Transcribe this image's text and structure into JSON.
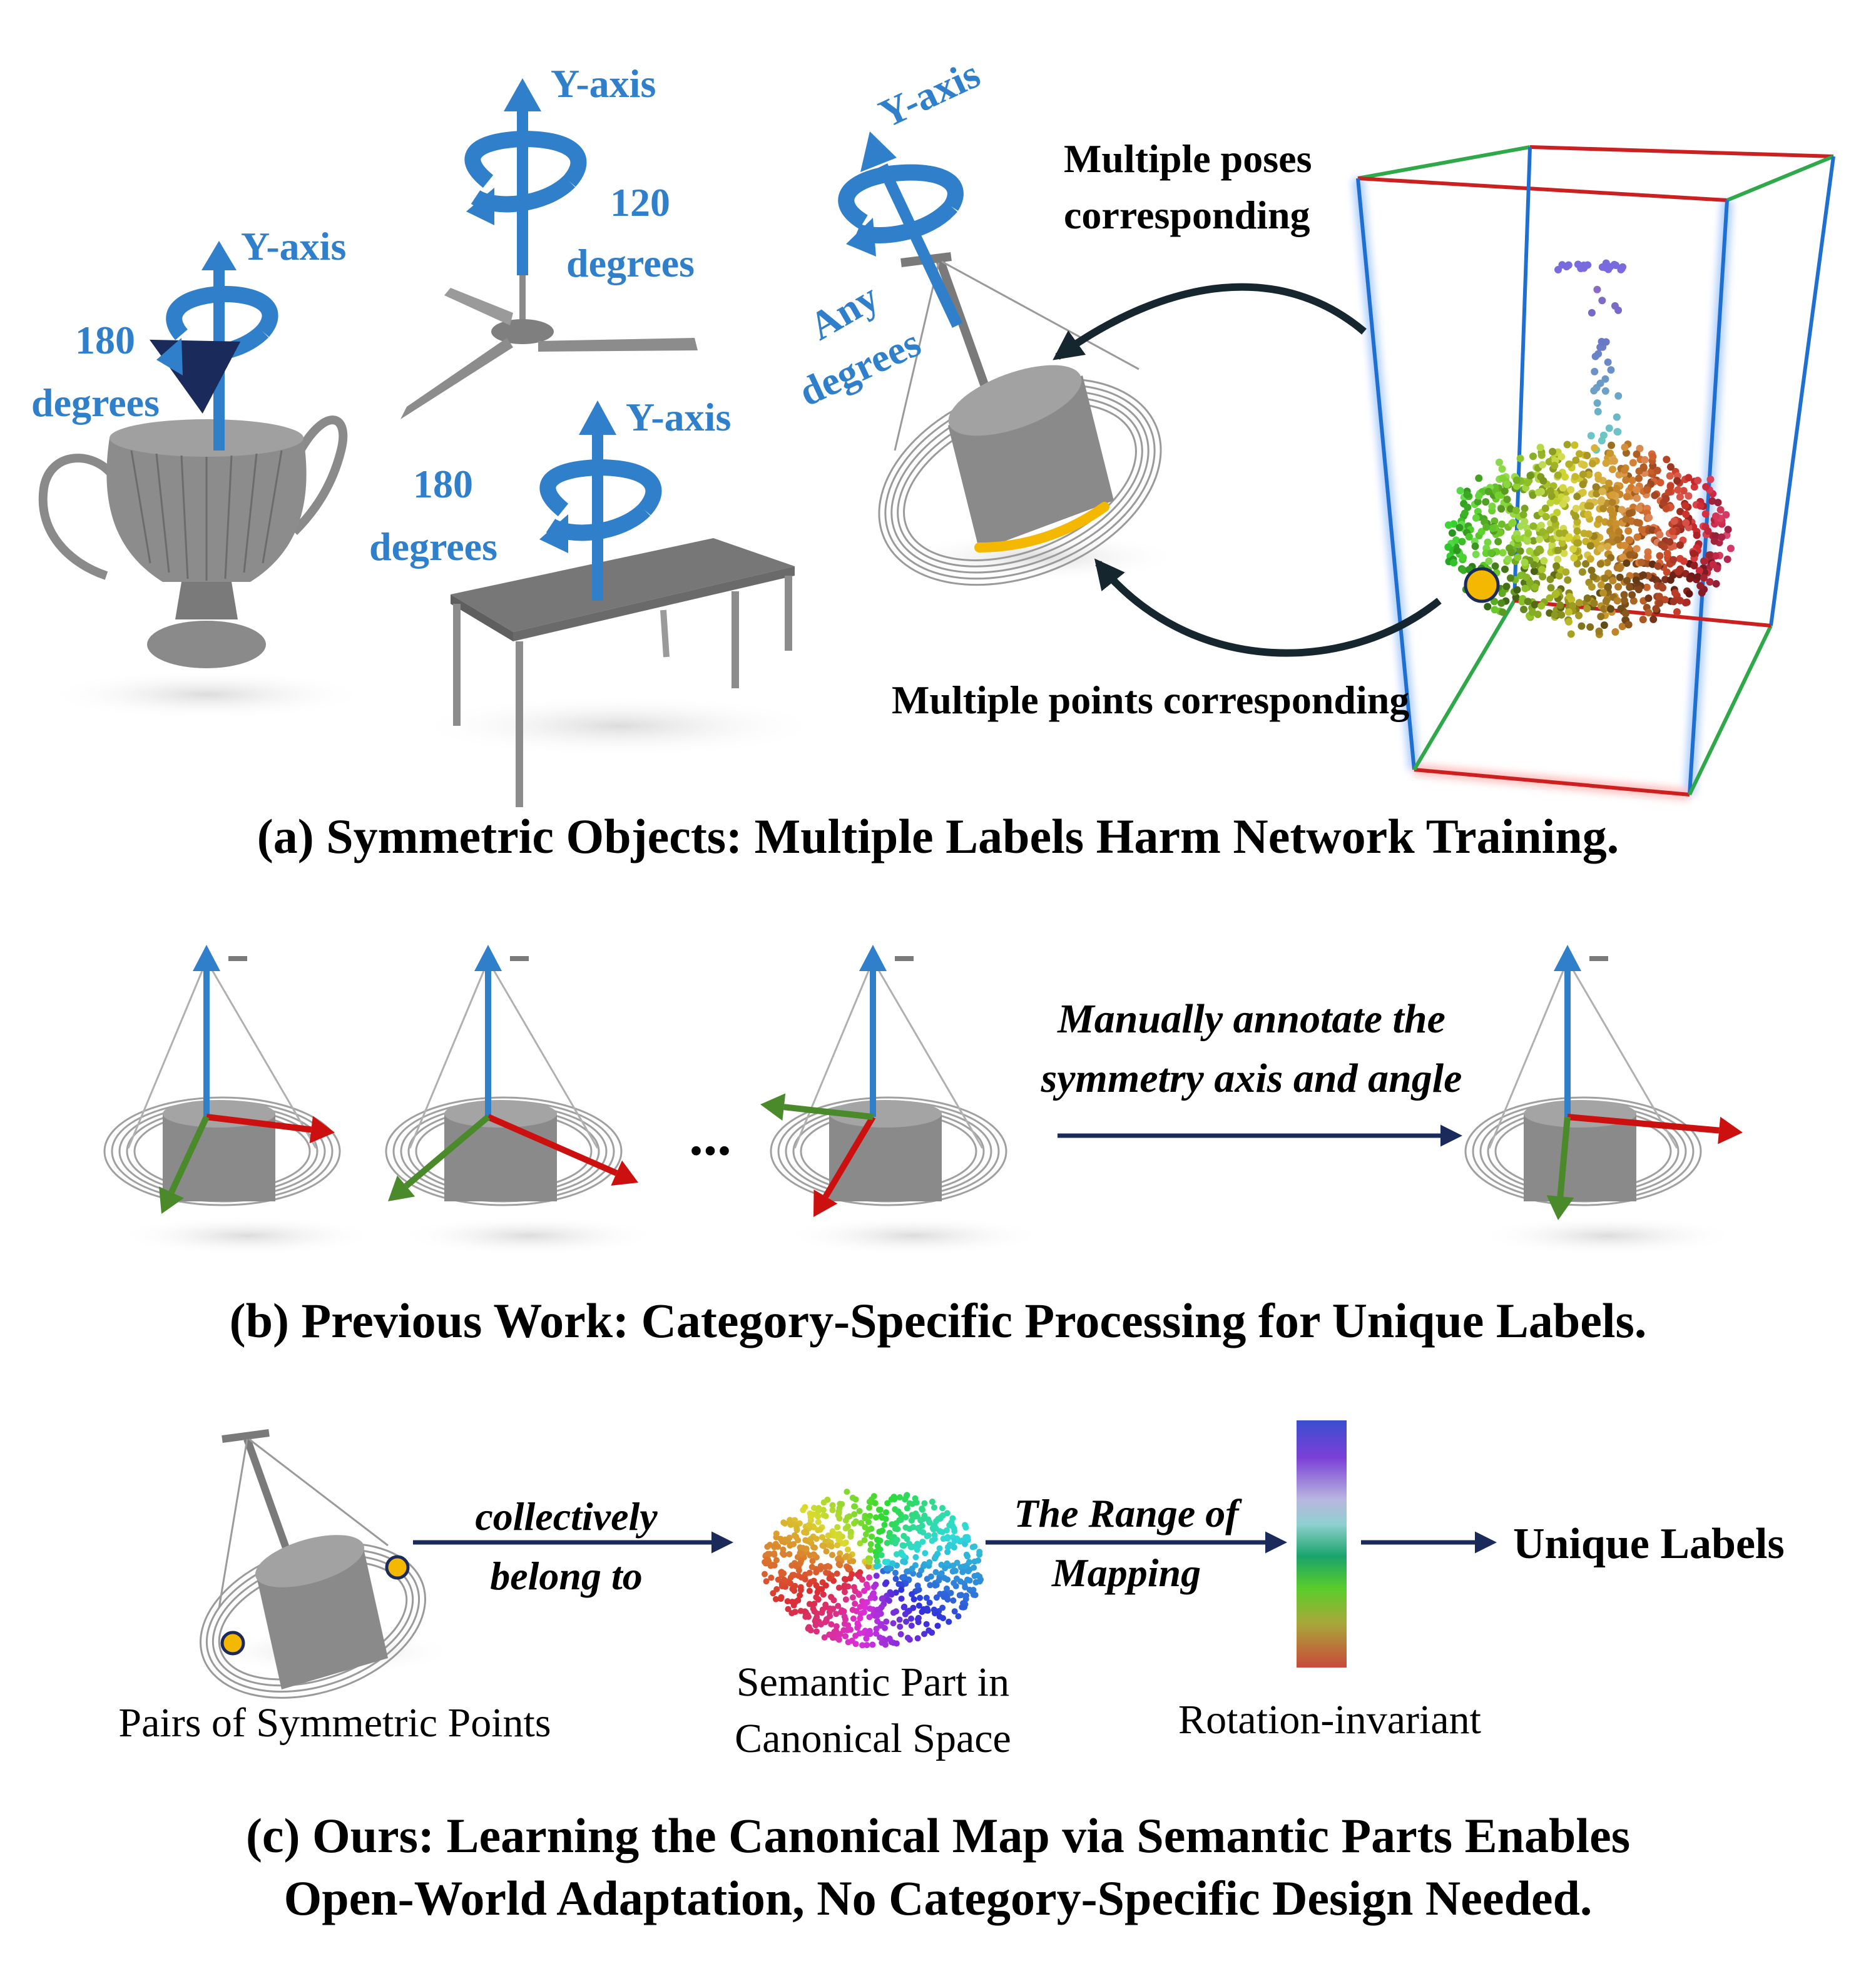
{
  "section_a": {
    "caption": "(a) Symmetric Objects: Multiple Labels Harm Network Training.",
    "axis_label": "Y-axis",
    "vase": {
      "angle_line1": "180",
      "angle_line2": "degrees"
    },
    "fan": {
      "angle_line1": "120",
      "angle_line2": "degrees"
    },
    "table": {
      "angle_line1": "180",
      "angle_line2": "degrees"
    },
    "lamp": {
      "angle_line1": "Any",
      "angle_line2": "degrees"
    },
    "poses_line1": "Multiple poses",
    "poses_line2": "corresponding",
    "points_label": "Multiple points corresponding"
  },
  "section_b": {
    "caption": "(b) Previous Work: Category-Specific Processing for Unique Labels.",
    "ellipsis": "...",
    "annotate_line1": "Manually annotate the",
    "annotate_line2": "symmetry axis and angle"
  },
  "section_c": {
    "caption_line1": "(c) Ours: Learning the Canonical Map via Semantic Parts Enables",
    "caption_line2": "Open-World Adaptation, No Category-Specific Design Needed.",
    "belong_line1": "collectively",
    "belong_line2": "belong to",
    "range_line1": "The Range of",
    "range_line2": "Mapping",
    "unique": "Unique Labels",
    "pairs": "Pairs of Symmetric Points",
    "semantic_line1": "Semantic Part in",
    "semantic_line2": "Canonical Space",
    "rotation": "Rotation-invariant"
  },
  "colors": {
    "axis_blue": "#2f7fcb",
    "axis_red": "#cc1010",
    "axis_green": "#4a8a2a",
    "arrow_navy": "#1a2a5a",
    "highlight": "#f5b800"
  }
}
